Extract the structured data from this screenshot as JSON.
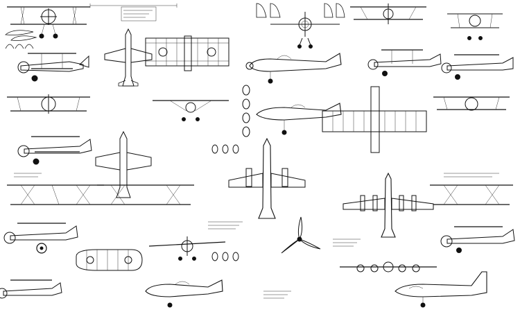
{
  "image": {
    "kind": "collage of aircraft blueprint / technical line drawings",
    "background_color": "#ffffff",
    "ink_color": "#111111"
  },
  "drawings": [
    {
      "name": "biplane-front-view"
    },
    {
      "name": "biplane-side-view"
    },
    {
      "name": "biplane-top-view"
    },
    {
      "name": "monoplane-top-view"
    },
    {
      "name": "monoplane-side-view"
    },
    {
      "name": "propeller-detail"
    },
    {
      "name": "four-engine-bomber-top-view"
    },
    {
      "name": "four-engine-bomber-side-view"
    },
    {
      "name": "wing-rib-profiles"
    },
    {
      "name": "fuselage-cross-sections"
    }
  ]
}
